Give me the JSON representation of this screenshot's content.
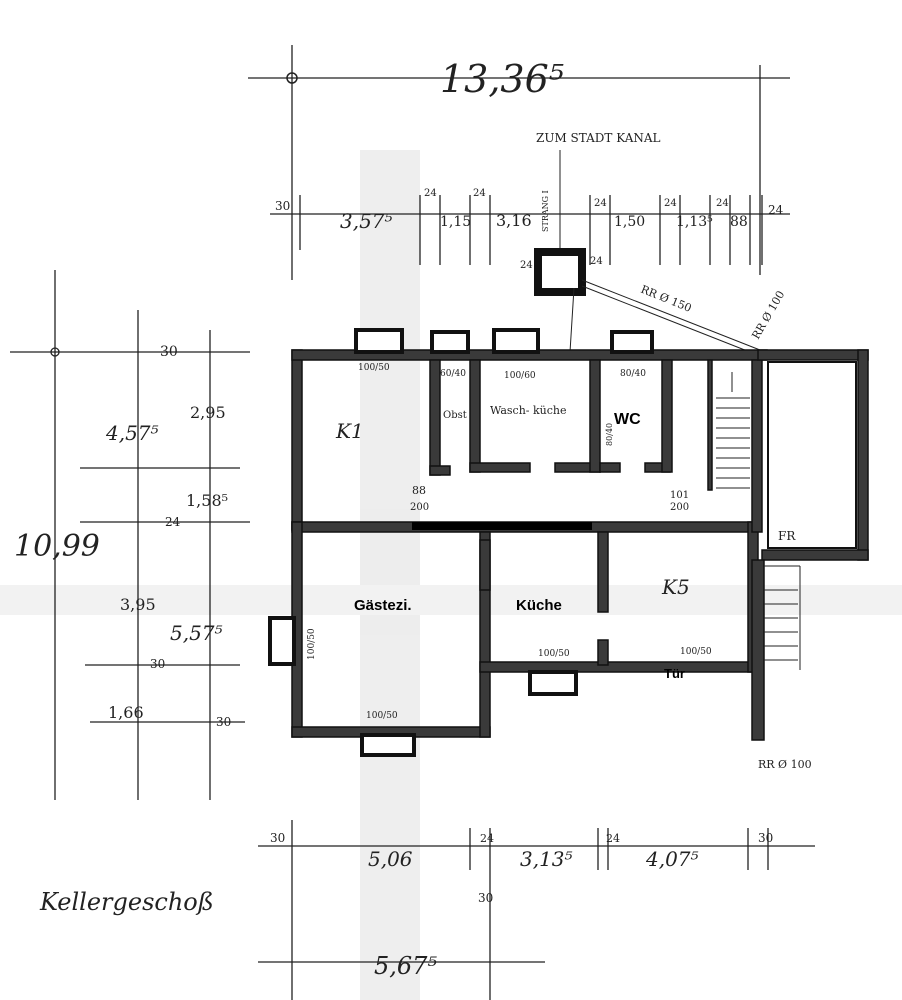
{
  "title": "Kellergeschoß",
  "rooms": {
    "k1": "K1",
    "obst": "Obst",
    "waschkueche": "Wasch- küche",
    "wc": "WC",
    "gaestezi": "Gästezi.",
    "kueche": "Küche",
    "k5": "K5",
    "tuer": "Tür"
  },
  "annotations": {
    "kanal": "ZUM STADT KANAL",
    "strang": "STRANG I",
    "rr_top": "RR Ø 150",
    "rr_right": "RR Ø 100",
    "rr_bottom": "RR Ø 100",
    "chimney_left": "24",
    "chimney_right": "24",
    "fr_label": "FR"
  },
  "dimensions": {
    "top_total": "13,36⁵",
    "top_chain": [
      "30",
      "3,57⁵",
      "24",
      "1,15",
      "24",
      "3,16",
      "24",
      "1,50",
      "24",
      "1,13⁵",
      "24",
      "88",
      "24"
    ],
    "left_total": "10,99",
    "left_chain": [
      "30",
      "4,57⁵",
      "24",
      "5,57⁵",
      "30"
    ],
    "left_sub": [
      "2,95",
      "1,58⁵",
      "3,95",
      "1,66"
    ],
    "bottom_chain": [
      "30",
      "5,06",
      "24",
      "3,13⁵",
      "24",
      "4,07⁵",
      "30"
    ],
    "bottom_sub": "30",
    "bottom_total": "5,67⁵",
    "openings": [
      "100/50",
      "60/40",
      "100/60",
      "80/40",
      "100/50",
      "100/50",
      "100/50",
      "100/50",
      "88",
      "200",
      "101",
      "200",
      "80/40"
    ]
  }
}
